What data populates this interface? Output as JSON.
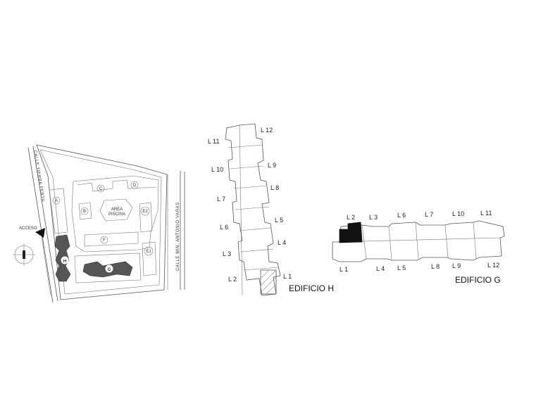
{
  "site_plan": {
    "streets": {
      "left": "CALLE TIERRA FERTIL",
      "right": "CALLE MIN. ANTONIO VARAS"
    },
    "access_label": "ACCESO",
    "pool_label_1": "AREA",
    "pool_label_2": "PISCINA",
    "buildings": [
      "A",
      "B",
      "C",
      "D",
      "E2",
      "E1",
      "F",
      "H",
      "G"
    ]
  },
  "edificio_h": {
    "title": "EDIFICIO H",
    "lots": [
      "L 12",
      "L 11",
      "L 9",
      "L 10",
      "L 8",
      "L 7",
      "L 5",
      "L 6",
      "L 4",
      "L 3",
      "L 1",
      "L 2"
    ]
  },
  "edificio_g": {
    "title": "EDIFICIO G",
    "top_lots": [
      "L 2",
      "L 3",
      "L 6",
      "L 7",
      "L 10",
      "L 11"
    ],
    "bottom_lots": [
      "L 1",
      "L 4",
      "L 5",
      "L 8",
      "L 9",
      "L 12"
    ],
    "highlighted_lot": "L 2",
    "highlight_color": "#111111"
  }
}
